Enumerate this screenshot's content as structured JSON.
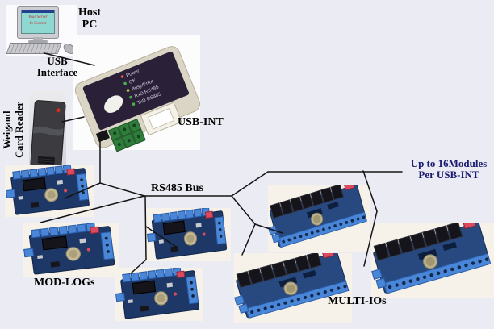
{
  "labels": {
    "host_pc_line1": "Host",
    "host_pc_line2": "PC",
    "usb_interface_line1": "USB",
    "usb_interface_line2": "Interface",
    "usb_int": "USB-INT",
    "rs485_bus": "RS485 Bus",
    "capacity_line1": "Up to 16Modules",
    "capacity_line2": "Per USB-INT",
    "mod_logs": "MOD-LOGs",
    "multi_ios": "MULTI-IOs",
    "weigand_line1": "Weigand",
    "weigand_line2": "Card Reader"
  },
  "host_pc": {
    "screen_line1": "Your Server",
    "screen_line2": "In Control"
  },
  "usb_int_device": {
    "led_labels": [
      "Power",
      "OK",
      "Busy/Error",
      "RxD RS485",
      "TxD RS485"
    ]
  },
  "colors": {
    "page_bg": "#ebebf3",
    "photo_bg": "#f6f2ea",
    "wire": "#141414",
    "label_text": "#000000",
    "navy_text": "#1b1b70",
    "board_navy": "#1d3766",
    "board_blue": "#27497f",
    "terminal_blue": "#4a86d8",
    "relay_black": "#14141a",
    "case_beige": "#dbd5c6",
    "device_label": "#2a2138",
    "terminal_green": "#2f7d3a",
    "reader_body": "#3b3b40",
    "screen_teal": "#8fd8d2",
    "accent_red": "#dc4a5e"
  }
}
